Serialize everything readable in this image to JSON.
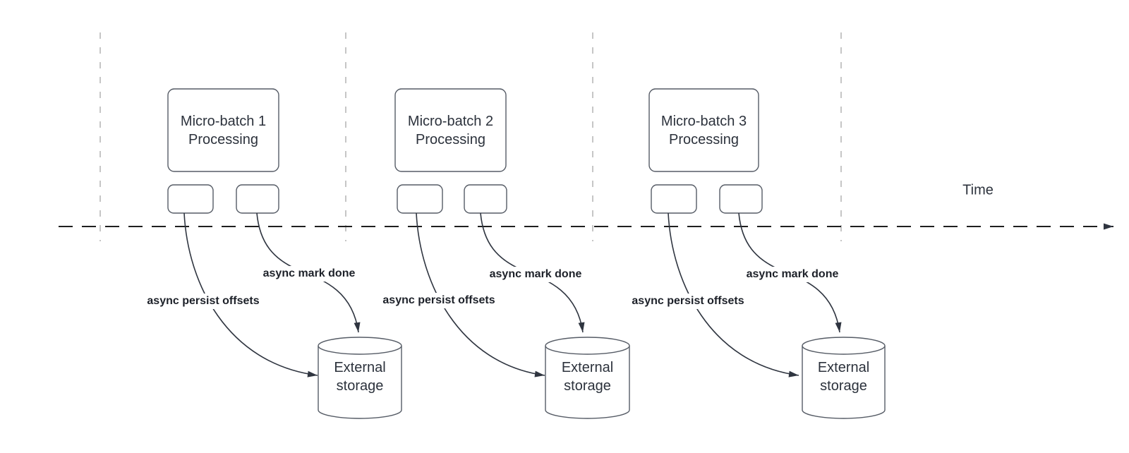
{
  "time_axis": {
    "label": "Time"
  },
  "batches": [
    {
      "title_lines": [
        "Micro-batch 1",
        "Processing"
      ],
      "persist_arrow_label": "async persist offsets",
      "mark_done_arrow_label": "async mark done",
      "storage_lines": [
        "External",
        "storage"
      ]
    },
    {
      "title_lines": [
        "Micro-batch 2",
        "Processing"
      ],
      "persist_arrow_label": "async persist offsets",
      "mark_done_arrow_label": "async mark done",
      "storage_lines": [
        "External",
        "storage"
      ]
    },
    {
      "title_lines": [
        "Micro-batch 3",
        "Processing"
      ],
      "persist_arrow_label": "async persist offsets",
      "mark_done_arrow_label": "async mark done",
      "storage_lines": [
        "External",
        "storage"
      ]
    }
  ],
  "colors": {
    "background": "#ffffff",
    "shape-stroke": "#565c66",
    "arrow": "#2f3540",
    "axis": "#1f1f1f",
    "gridline": "#b4b4b4",
    "shape-text": "#2c323c",
    "label-text": "#1d2129"
  }
}
